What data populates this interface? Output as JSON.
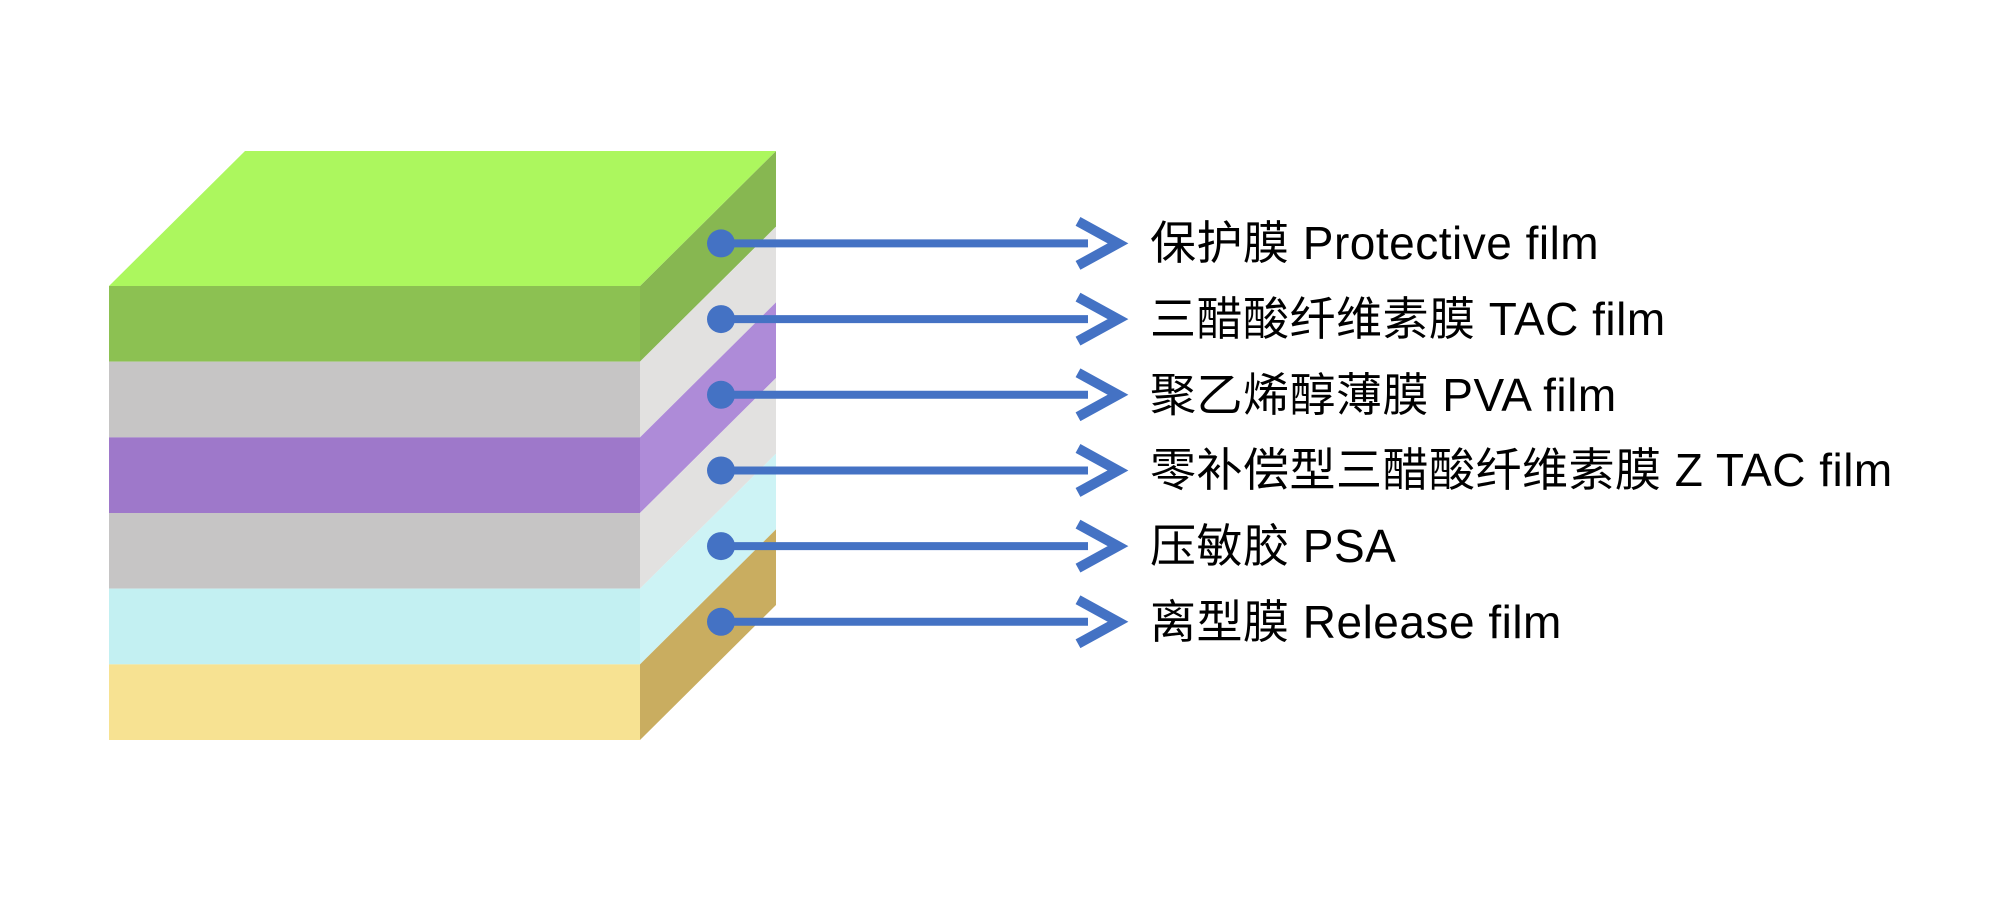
{
  "background": "#FFFFFF",
  "diagram": {
    "type": "layer-stack-callouts",
    "arrow_color": "#4472C4",
    "label_color": "#000000",
    "stack_top_color": "#ACF75E",
    "layers": [
      {
        "id": "protective-film",
        "label": "保护膜 Protective film",
        "front_color": "#8CC152",
        "side_color": "#87B751"
      },
      {
        "id": "tac-film",
        "label": "三醋酸纤维素膜 TAC film",
        "front_color": "#C6C5C5",
        "side_color": "#E2E1E0"
      },
      {
        "id": "pva-film",
        "label": "聚乙烯醇薄膜 PVA film",
        "front_color": "#9E78CA",
        "side_color": "#AE8BD8"
      },
      {
        "id": "z-tac-film",
        "label": "零补偿型三醋酸纤维素膜 Z TAC film",
        "front_color": "#C6C5C5",
        "side_color": "#E2E1E0"
      },
      {
        "id": "psa",
        "label": "压敏胶 PSA",
        "front_color": "#C3F0F2",
        "side_color": "#CDF3F5"
      },
      {
        "id": "release-film",
        "label": "离型膜 Release film",
        "front_color": "#F7E292",
        "side_color": "#C9AD60"
      }
    ]
  }
}
